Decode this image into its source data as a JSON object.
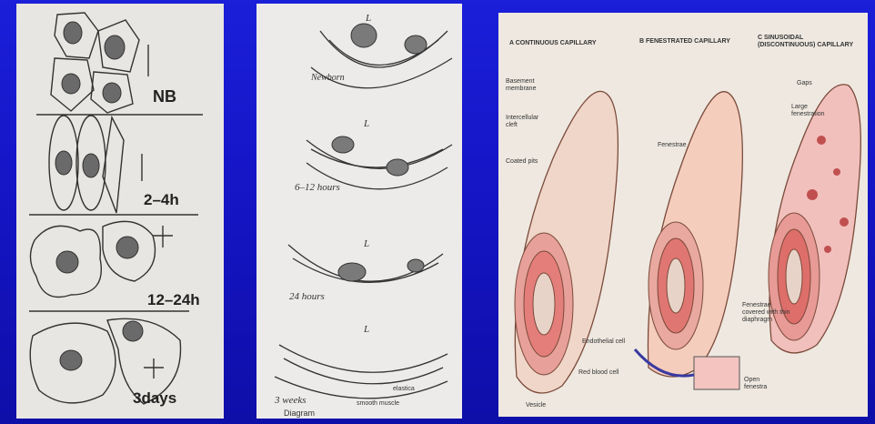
{
  "panel_left": {
    "stages": [
      {
        "label": "NB"
      },
      {
        "label": "2–4h"
      },
      {
        "label": "12–24h"
      },
      {
        "label": "3days"
      }
    ]
  },
  "panel_middle": {
    "stages": [
      {
        "label": "Newborn",
        "lumen": "L"
      },
      {
        "label": "6–12 hours",
        "lumen": "L"
      },
      {
        "label": "24 hours",
        "lumen": "L"
      },
      {
        "label": "3 weeks",
        "lumen": "L"
      }
    ],
    "annotations": {
      "elastic": "elastica",
      "smooth": "smooth muscle",
      "caption": "Diagram"
    }
  },
  "panel_right": {
    "headings": {
      "a": "A CONTINUOUS CAPILLARY",
      "b": "B FENESTRATED CAPILLARY",
      "c": "C SINUSOIDAL (DISCONTINUOUS) CAPILLARY"
    },
    "labels": {
      "basement": "Basement membrane",
      "intercellular": "Intercellular cleft",
      "coated": "Coated pits",
      "endothelial": "Endothelial cell",
      "rbc": "Red blood cell",
      "vesicle": "Vesicle",
      "fenestrae": "Fenestrae",
      "fenestra_diaphragm": "Fenestrae covered with thin diaphragm",
      "open": "Open fenestra",
      "gaps": "Gaps",
      "large": "Large fenestration"
    }
  }
}
